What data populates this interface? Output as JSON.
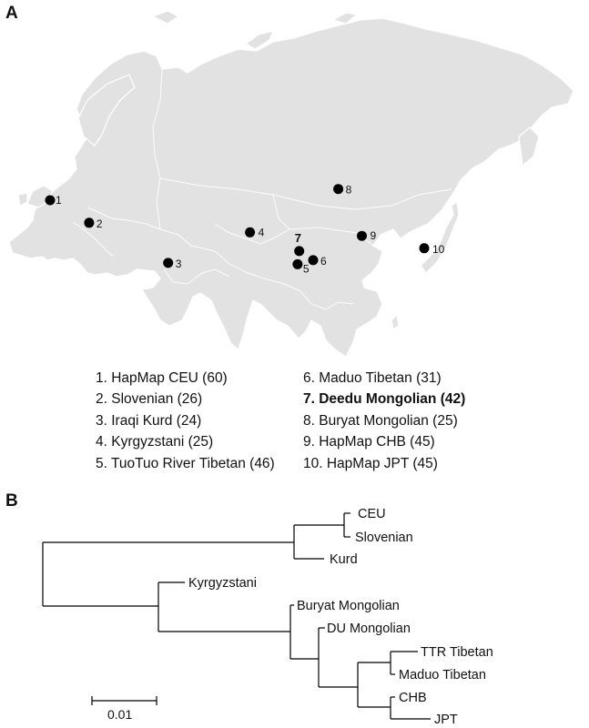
{
  "panels": {
    "a": "A",
    "b": "B"
  },
  "colors": {
    "land": "#e2e2e2",
    "border": "#ffffff",
    "site_marker": "#000000",
    "tree_line": "#000000"
  },
  "map": {
    "sites": [
      {
        "num": "1",
        "lon": -0.1,
        "lat": 51.5,
        "bold": false
      },
      {
        "num": "2",
        "lon": 14.5,
        "lat": 46.0,
        "bold": false
      },
      {
        "num": "3",
        "lon": 44.0,
        "lat": 36.2,
        "bold": false
      },
      {
        "num": "4",
        "lon": 74.6,
        "lat": 42.9,
        "bold": false
      },
      {
        "num": "5",
        "lon": 92.4,
        "lat": 34.2,
        "bold": false
      },
      {
        "num": "6",
        "lon": 98.2,
        "lat": 34.9,
        "bold": false
      },
      {
        "num": "7",
        "lon": 93.0,
        "lat": 37.4,
        "bold": true
      },
      {
        "num": "8",
        "lon": 107.6,
        "lat": 51.8,
        "bold": false
      },
      {
        "num": "9",
        "lon": 116.4,
        "lat": 39.9,
        "bold": false
      },
      {
        "num": "10",
        "lon": 139.7,
        "lat": 35.7,
        "bold": false
      }
    ]
  },
  "legend": {
    "column_1": [
      {
        "text": "1. HapMap CEU (60)",
        "bold": false
      },
      {
        "text": "2. Slovenian (26)",
        "bold": false
      },
      {
        "text": "3. Iraqi Kurd (24)",
        "bold": false
      },
      {
        "text": "4. Kyrgyzstani (25)",
        "bold": false
      },
      {
        "text": "5. TuoTuo River Tibetan (46)",
        "bold": false
      }
    ],
    "column_2": [
      {
        "text": "6. Maduo Tibetan (31)",
        "bold": false
      },
      {
        "text": "7. Deedu Mongolian (42)",
        "bold": true
      },
      {
        "text": "8. Buryat Mongolian (25)",
        "bold": false
      },
      {
        "text": "9. HapMap CHB (45)",
        "bold": false
      },
      {
        "text": "10. HapMap JPT (45)",
        "bold": false
      }
    ]
  },
  "tree": {
    "leaves": [
      "CEU",
      "Slovenian",
      "Kurd",
      "Kyrgyzstani",
      "Buryat Mongolian",
      "DU Mongolian",
      "TTR Tibetan",
      "Maduo Tibetan",
      "CHB",
      "JPT"
    ],
    "scale_bar": {
      "length": 0.01,
      "label": "0.01"
    }
  }
}
